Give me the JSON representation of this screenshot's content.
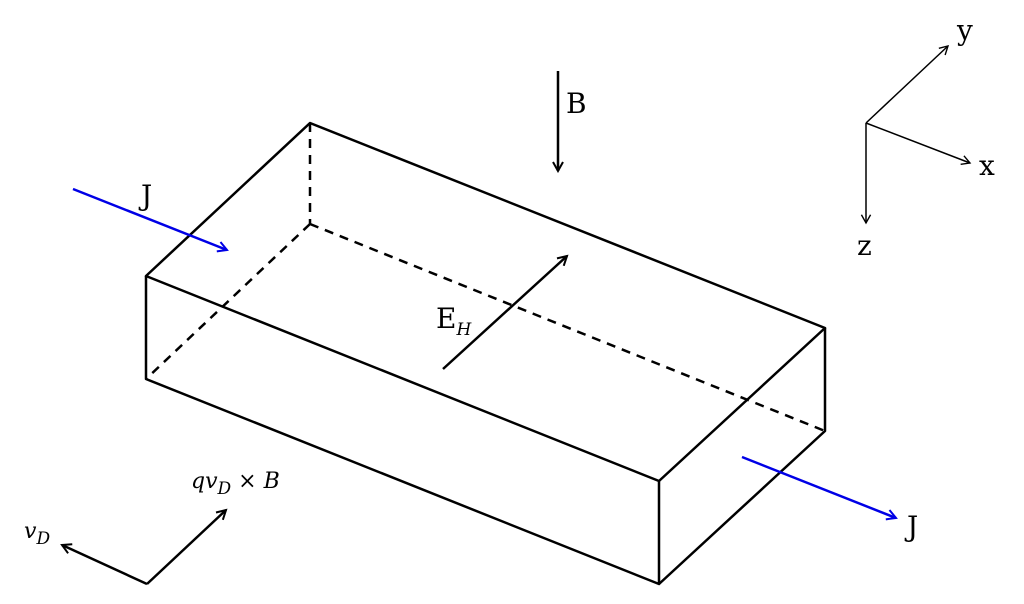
{
  "labels": {
    "B": "B",
    "J_in": "J",
    "J_out": "J",
    "E": "E",
    "E_sub": "H",
    "axis_x": "x",
    "axis_y": "y",
    "axis_z": "z",
    "vd_main": "v",
    "vd_sub": "D",
    "force_q": "qv",
    "force_sub": "D",
    "force_rest": " × B"
  },
  "colors": {
    "current": "#0000e6",
    "line": "#000000"
  }
}
